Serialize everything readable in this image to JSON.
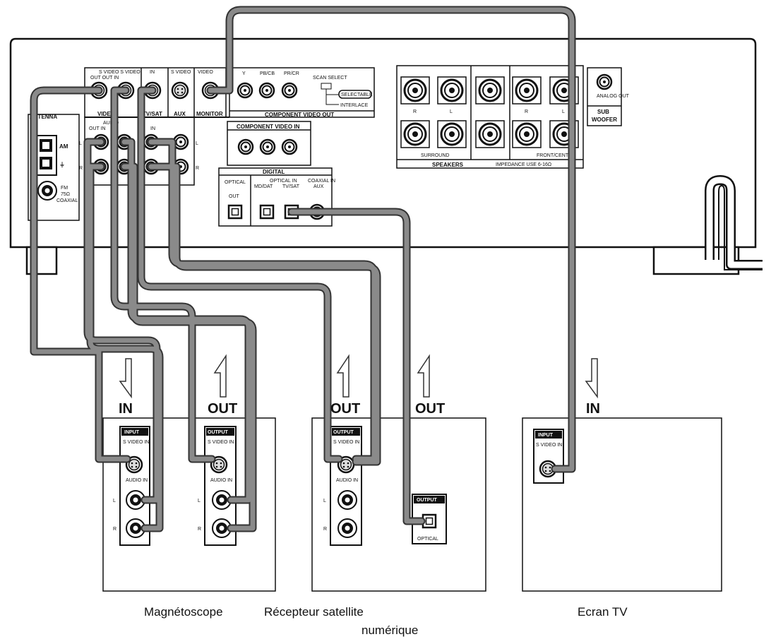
{
  "receiver": {
    "antenna": "ANTENNA",
    "am": "AM",
    "fm": "FM",
    "fm_ohm": "75Ω",
    "fm_coaxial": "COAXIAL",
    "video": "VIDEO",
    "tvsat": "TV/SAT",
    "aux": "AUX",
    "monitor": "MONITOR",
    "svideo_video": "S VIDEO S VIDEO",
    "out_in": "OUT  OUT IN",
    "in": "IN",
    "s_video": "S VIDEO",
    "video_lbl": "VIDEO",
    "audio_in_top": "AUDIO",
    "out_in_audio": "OUT IN",
    "l": "L",
    "r": "R",
    "comp_out": "COMPONENT VIDEO OUT",
    "comp_in": "COMPONENT VIDEO IN",
    "y": "Y",
    "pb": "PB/CB",
    "pr": "PR/CR",
    "scan_select": "SCAN SELECT",
    "selectable": "SELECTABLE",
    "interlace": "INTERLACE",
    "digital": "DIGITAL",
    "optical": "OPTICAL",
    "out": "OUT",
    "optical_in": "OPTICAL IN",
    "md_dat": "MD/DAT",
    "tv_sat": "TV/SAT",
    "coaxial_in": "COAXIAL IN",
    "aux2": "AUX",
    "speakers": "SPEAKERS",
    "impedance": "IMPEDANCE USE 6-16Ω",
    "surround": "SURROUND",
    "front_center": "FRONT/CENTER",
    "sub": "SUB",
    "woofer": "WOOFER",
    "analog_out": "ANALOG OUT"
  },
  "arrows": {
    "vcr_in": "IN",
    "vcr_out": "OUT",
    "sat_out_1": "OUT",
    "sat_out_2": "OUT",
    "tv_in": "IN"
  },
  "devices": {
    "vcr_input_tag": "INPUT",
    "vcr_output_tag": "OUTPUT",
    "svideo_in": "S VIDEO IN",
    "audio_in": "AUDIO IN",
    "l": "L",
    "r": "R",
    "sat_output_tag": "OUTPUT",
    "sat_optical_tag": "OUTPUT",
    "optical": "OPTICAL",
    "tv_input_tag": "INPUT"
  },
  "captions": {
    "vcr": "Magnétoscope",
    "sat_line1": "Récepteur satellite",
    "sat_line2": "numérique",
    "tv": "Ecran TV"
  }
}
